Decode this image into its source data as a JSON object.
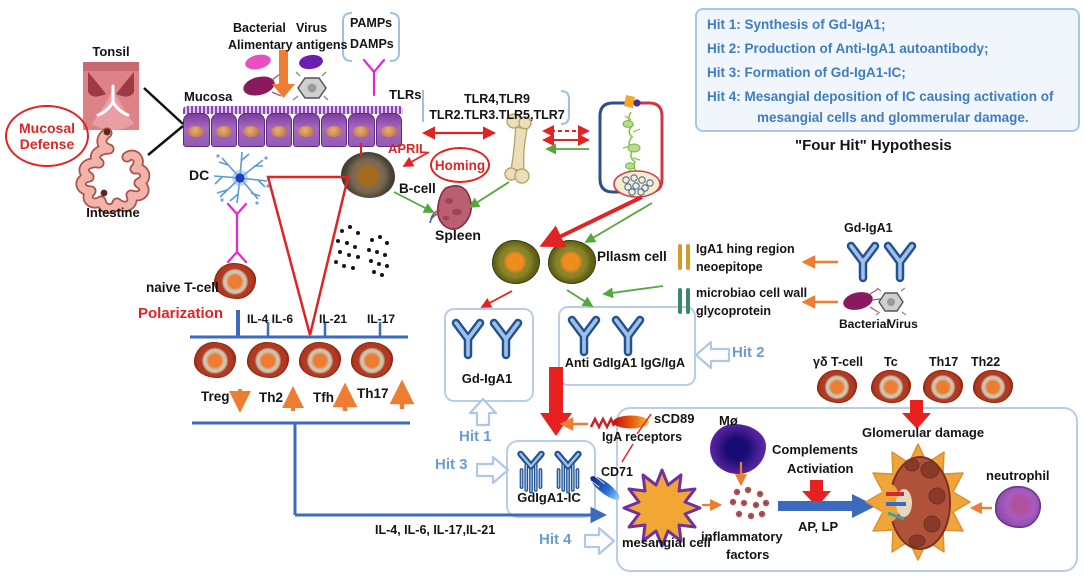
{
  "four_hit_box": {
    "lines": [
      "Hit 1: Synthesis of Gd-IgA1;",
      "Hit 2: Production of Anti-IgA1 autoantibody;",
      "Hit 3: Formation of Gd-IgA1-IC;",
      "Hit 4: Mesangial deposition of IC causing activation of",
      "mesangial cells and glommerular damage."
    ],
    "title": "\"Four Hit\" Hypothesis"
  },
  "mucosal": {
    "tonsil": "Tonsil",
    "intestine": "Intestine",
    "defense_line1": "Mucosal",
    "defense_line2": "Defense",
    "mucosa": "Mucosa"
  },
  "antigens": {
    "bacterial": "Bacterial",
    "virus": "Virus",
    "alimentary": "Alimentary antigens",
    "pamps": "PAMPs",
    "damps": "DAMPs"
  },
  "tlr": {
    "label": "TLRs",
    "line1": "TLR4,TLR9",
    "line2": "TLR2.TLR3.TLR5,TLR7"
  },
  "cells": {
    "dc": "DC",
    "april": "APRIL",
    "b_cell": "B-cell",
    "homing": "Homing",
    "spleen": "Spleen",
    "plasm": "Pllasm cell",
    "naive_t": "naive T-cell",
    "mo": "Mø",
    "mesangial": "mesangial cell",
    "neutrophil": "neutrophil"
  },
  "polarization": {
    "label": "Polarization",
    "il_4_6": "IL-4 IL-6",
    "il_21": "IL-21",
    "il_17": "IL-17",
    "subsets": [
      "Treg",
      "Th2",
      "Tfh",
      "Th17"
    ]
  },
  "right_panel": {
    "gd_iga1": "Gd-IgA1",
    "hinge_line1": "IgA1 hing region",
    "hinge_line2": "neoepitope",
    "microbial_line1": "microbiao cell wall",
    "microbial_line2": "glycoprotein",
    "bacterial": "Bacterial",
    "virus": "Virus"
  },
  "hits": {
    "hit1": "Hit 1",
    "hit2": "Hit 2",
    "hit3": "Hit 3",
    "hit4": "Hit 4"
  },
  "complexes": {
    "gd_iga1_box": "Gd-IgA1",
    "anti_box": "Anti GdIgA1 IgG/IgA",
    "ic_box": "GdIgA1-IC",
    "scd89": "sCD89",
    "iga_receptors": "IgA receptors",
    "cd71": "CD71"
  },
  "effector_cells": [
    "γδ T-cell",
    "Tc",
    "Th17",
    "Th22"
  ],
  "bottom": {
    "cytokines": "IL-4, IL-6, IL-17,IL-21",
    "inflammatory_line1": "inflammatory",
    "inflammatory_line2": "factors",
    "complements_line1": "Complements",
    "complements_line2": "Activiation",
    "ap_lp": "AP, LP",
    "glomerular": "Glomerular damage"
  },
  "colors": {
    "red": "#e02424",
    "orange": "#ed7d31",
    "green": "#52a83a",
    "line_blue": "#3a6bbf",
    "hit_text_blue": "#3f7cc0",
    "hit_label_blue": "#6d9cd1",
    "box_border": "#b9cde8",
    "antibody_blue": "#24508f"
  }
}
